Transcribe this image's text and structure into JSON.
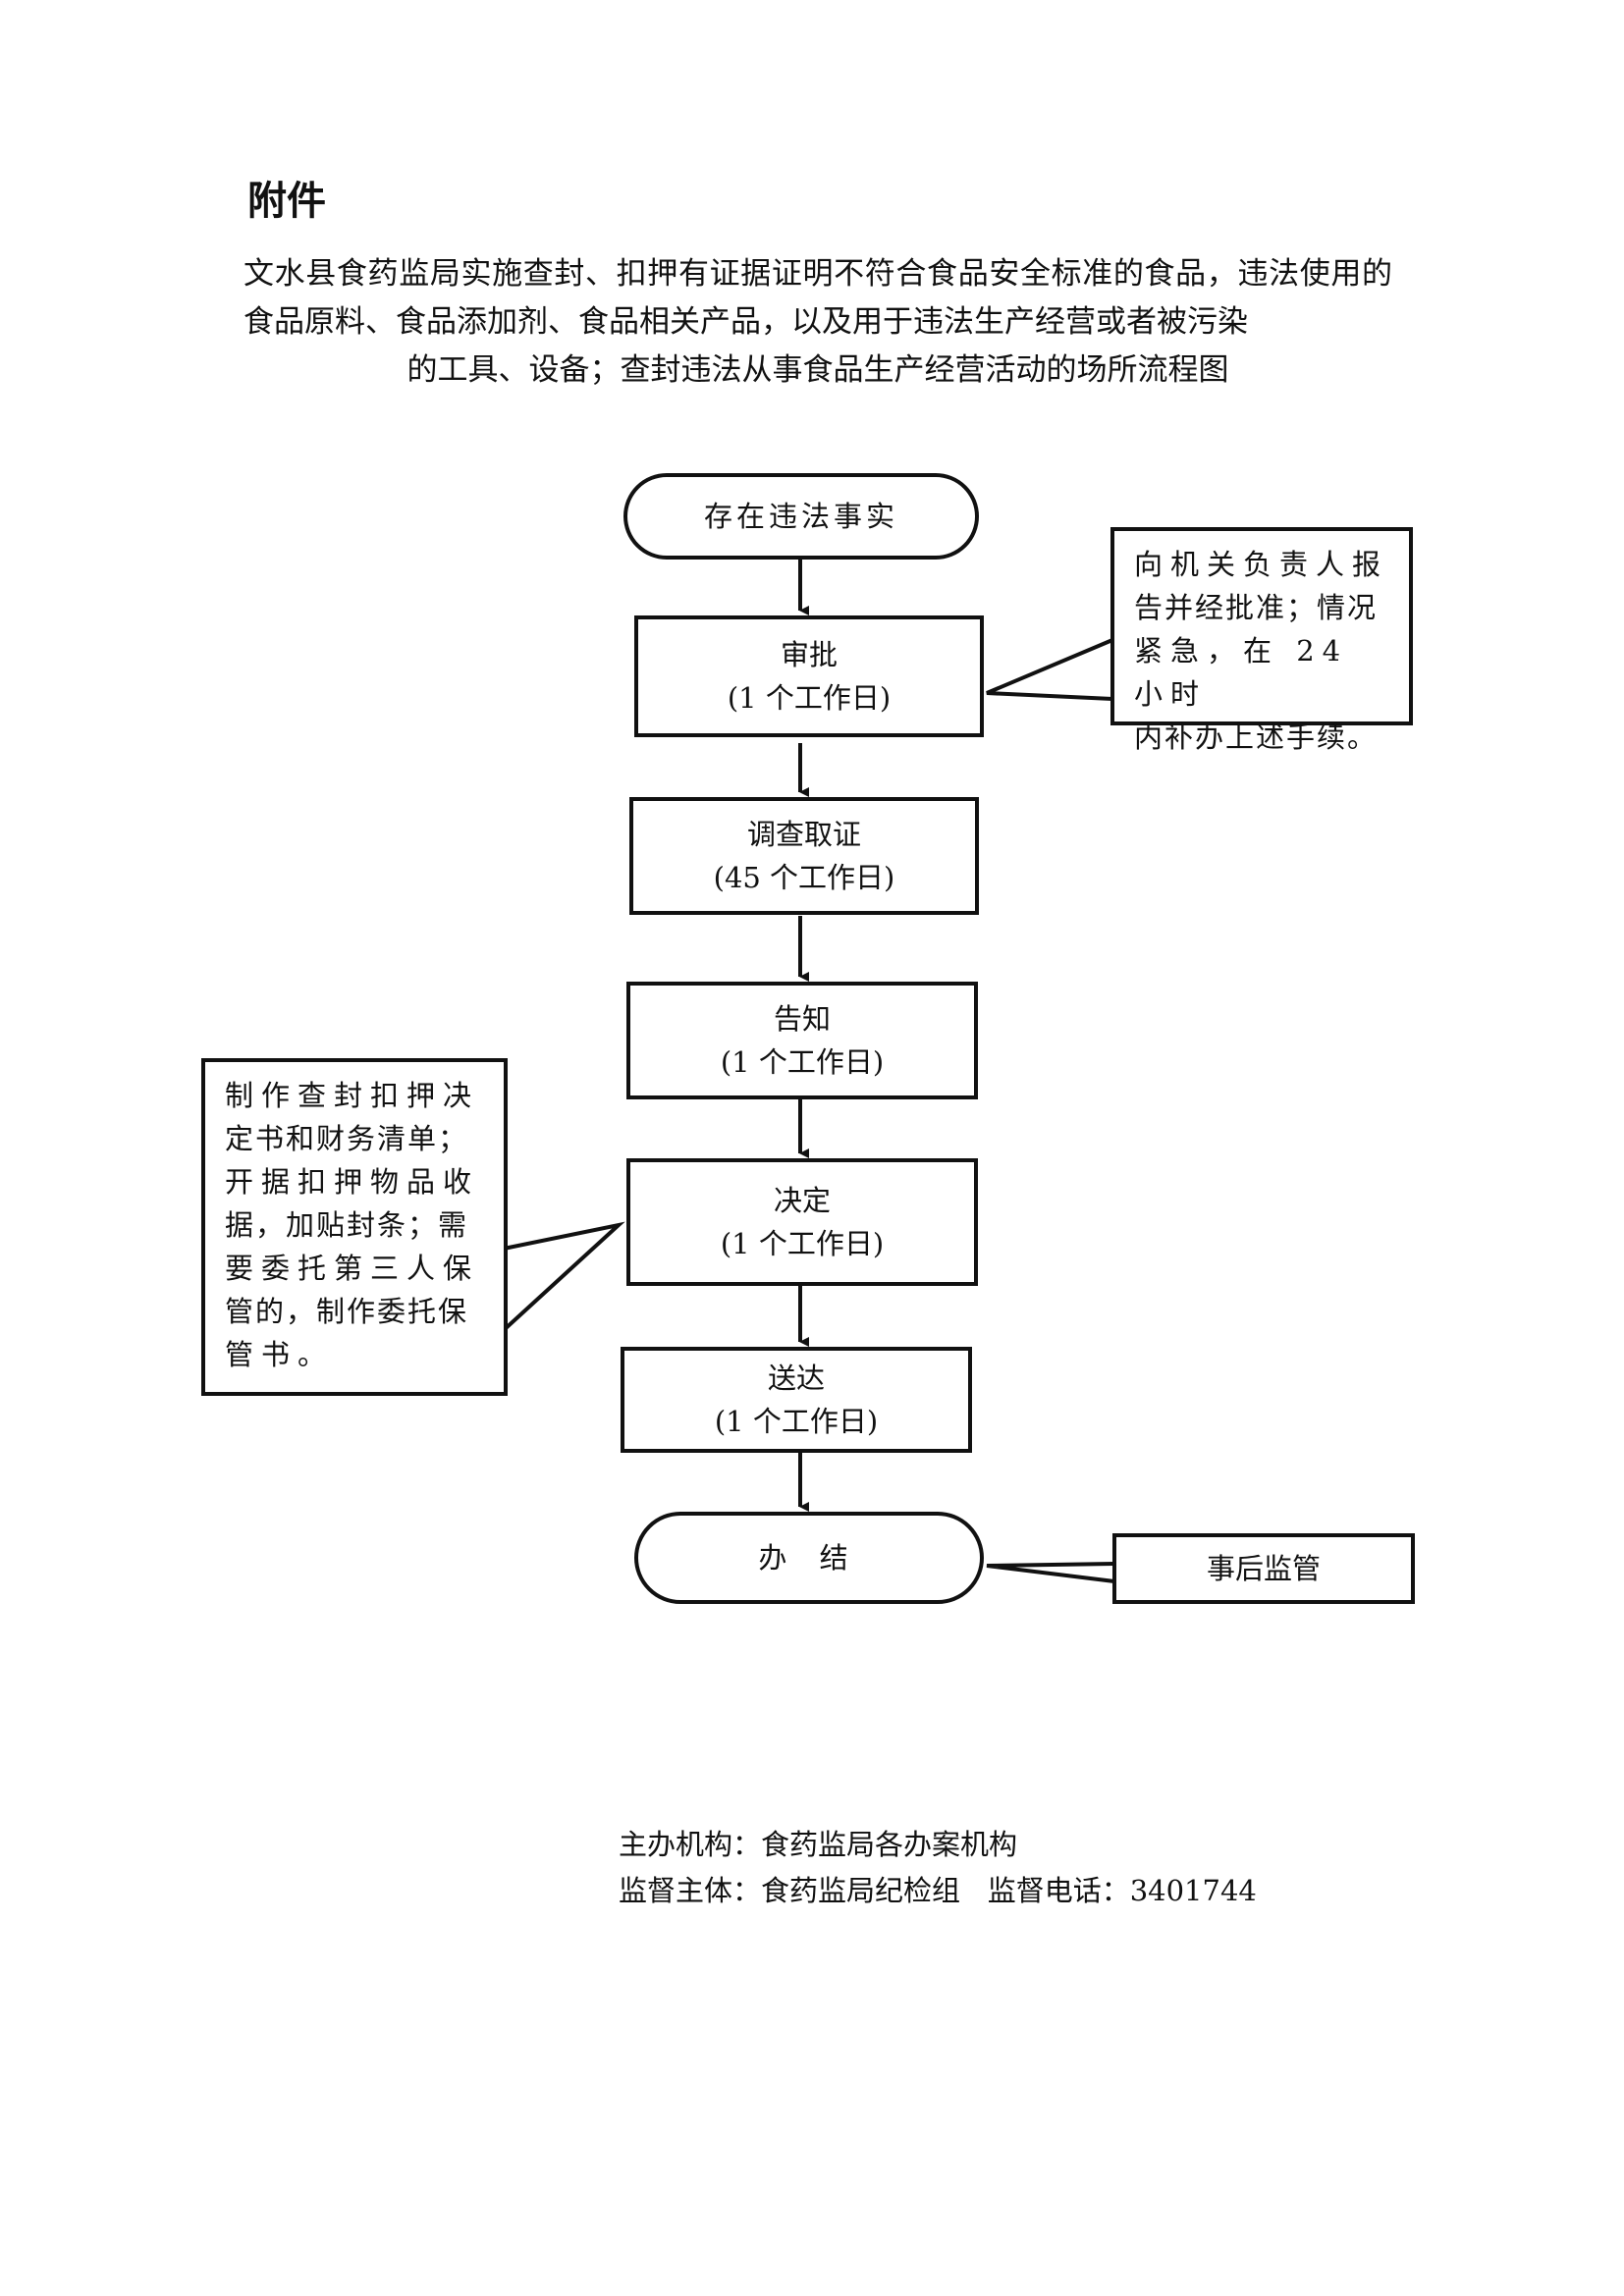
{
  "heading": "附件",
  "title": {
    "line1": "文水县食药监局实施查封、扣押有证据证明不符合食品安全标准的食品，违法使",
    "line2": "用的食品原料、食品添加剂、食品相关产品，以及用于违法生产经营或者被污染",
    "line3": "的工具、设备；查封违法从事食品生产经营活动的场所流程图"
  },
  "flow": {
    "start": "存在违法事实",
    "steps": [
      {
        "name": "审批",
        "duration": "(1 个工作日)"
      },
      {
        "name": "调查取证",
        "duration": "(45 个工作日)"
      },
      {
        "name": "告知",
        "duration": "(1 个工作日)"
      },
      {
        "name": "决定",
        "duration": "(1 个工作日)"
      },
      {
        "name": "送达",
        "duration": "(1 个工作日)"
      }
    ],
    "end": "办 结",
    "notes": {
      "approval": [
        "向机关负责人报",
        "告并经批准；情况",
        "紧急，在 24 小时",
        "内补办上述手续。"
      ],
      "decision": [
        "制作查封扣押决",
        "定书和财务清单；",
        "开据扣押物品收",
        "据，加贴封条；需",
        "要委托第三人保",
        "管的，制作委托保",
        "管书。"
      ],
      "end": "事后监管"
    }
  },
  "footer": {
    "organizer_label": "主办机构：",
    "organizer": "食药监局各办案机构",
    "supervisor_label": "监督主体：",
    "supervisor": "食药监局纪检组",
    "phone_label": "监督电话：",
    "phone": "3401744"
  }
}
